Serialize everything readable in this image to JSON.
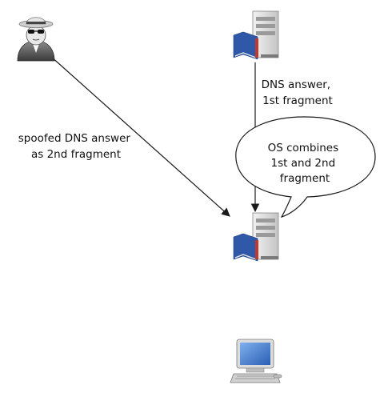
{
  "diagram": {
    "nodes": {
      "attacker": {
        "icon": "spy-icon"
      },
      "authoritative_server": {
        "icon": "server-icon"
      },
      "resolver_server": {
        "icon": "server-icon"
      },
      "client": {
        "icon": "computer-icon"
      }
    },
    "labels": {
      "spoofed_line1": "spoofed DNS answer",
      "spoofed_line2": "as 2nd fragment",
      "answer_line1": "DNS answer,",
      "answer_line2": "1st fragment",
      "bubble_line1": "OS combines",
      "bubble_line2": "1st and 2nd",
      "bubble_line3": "fragment"
    },
    "colors": {
      "line": "#1a1a1a",
      "server_body": "#d9d9d9",
      "book_blue": "#2f59a8",
      "monitor_screen": "#3f78cc"
    }
  }
}
